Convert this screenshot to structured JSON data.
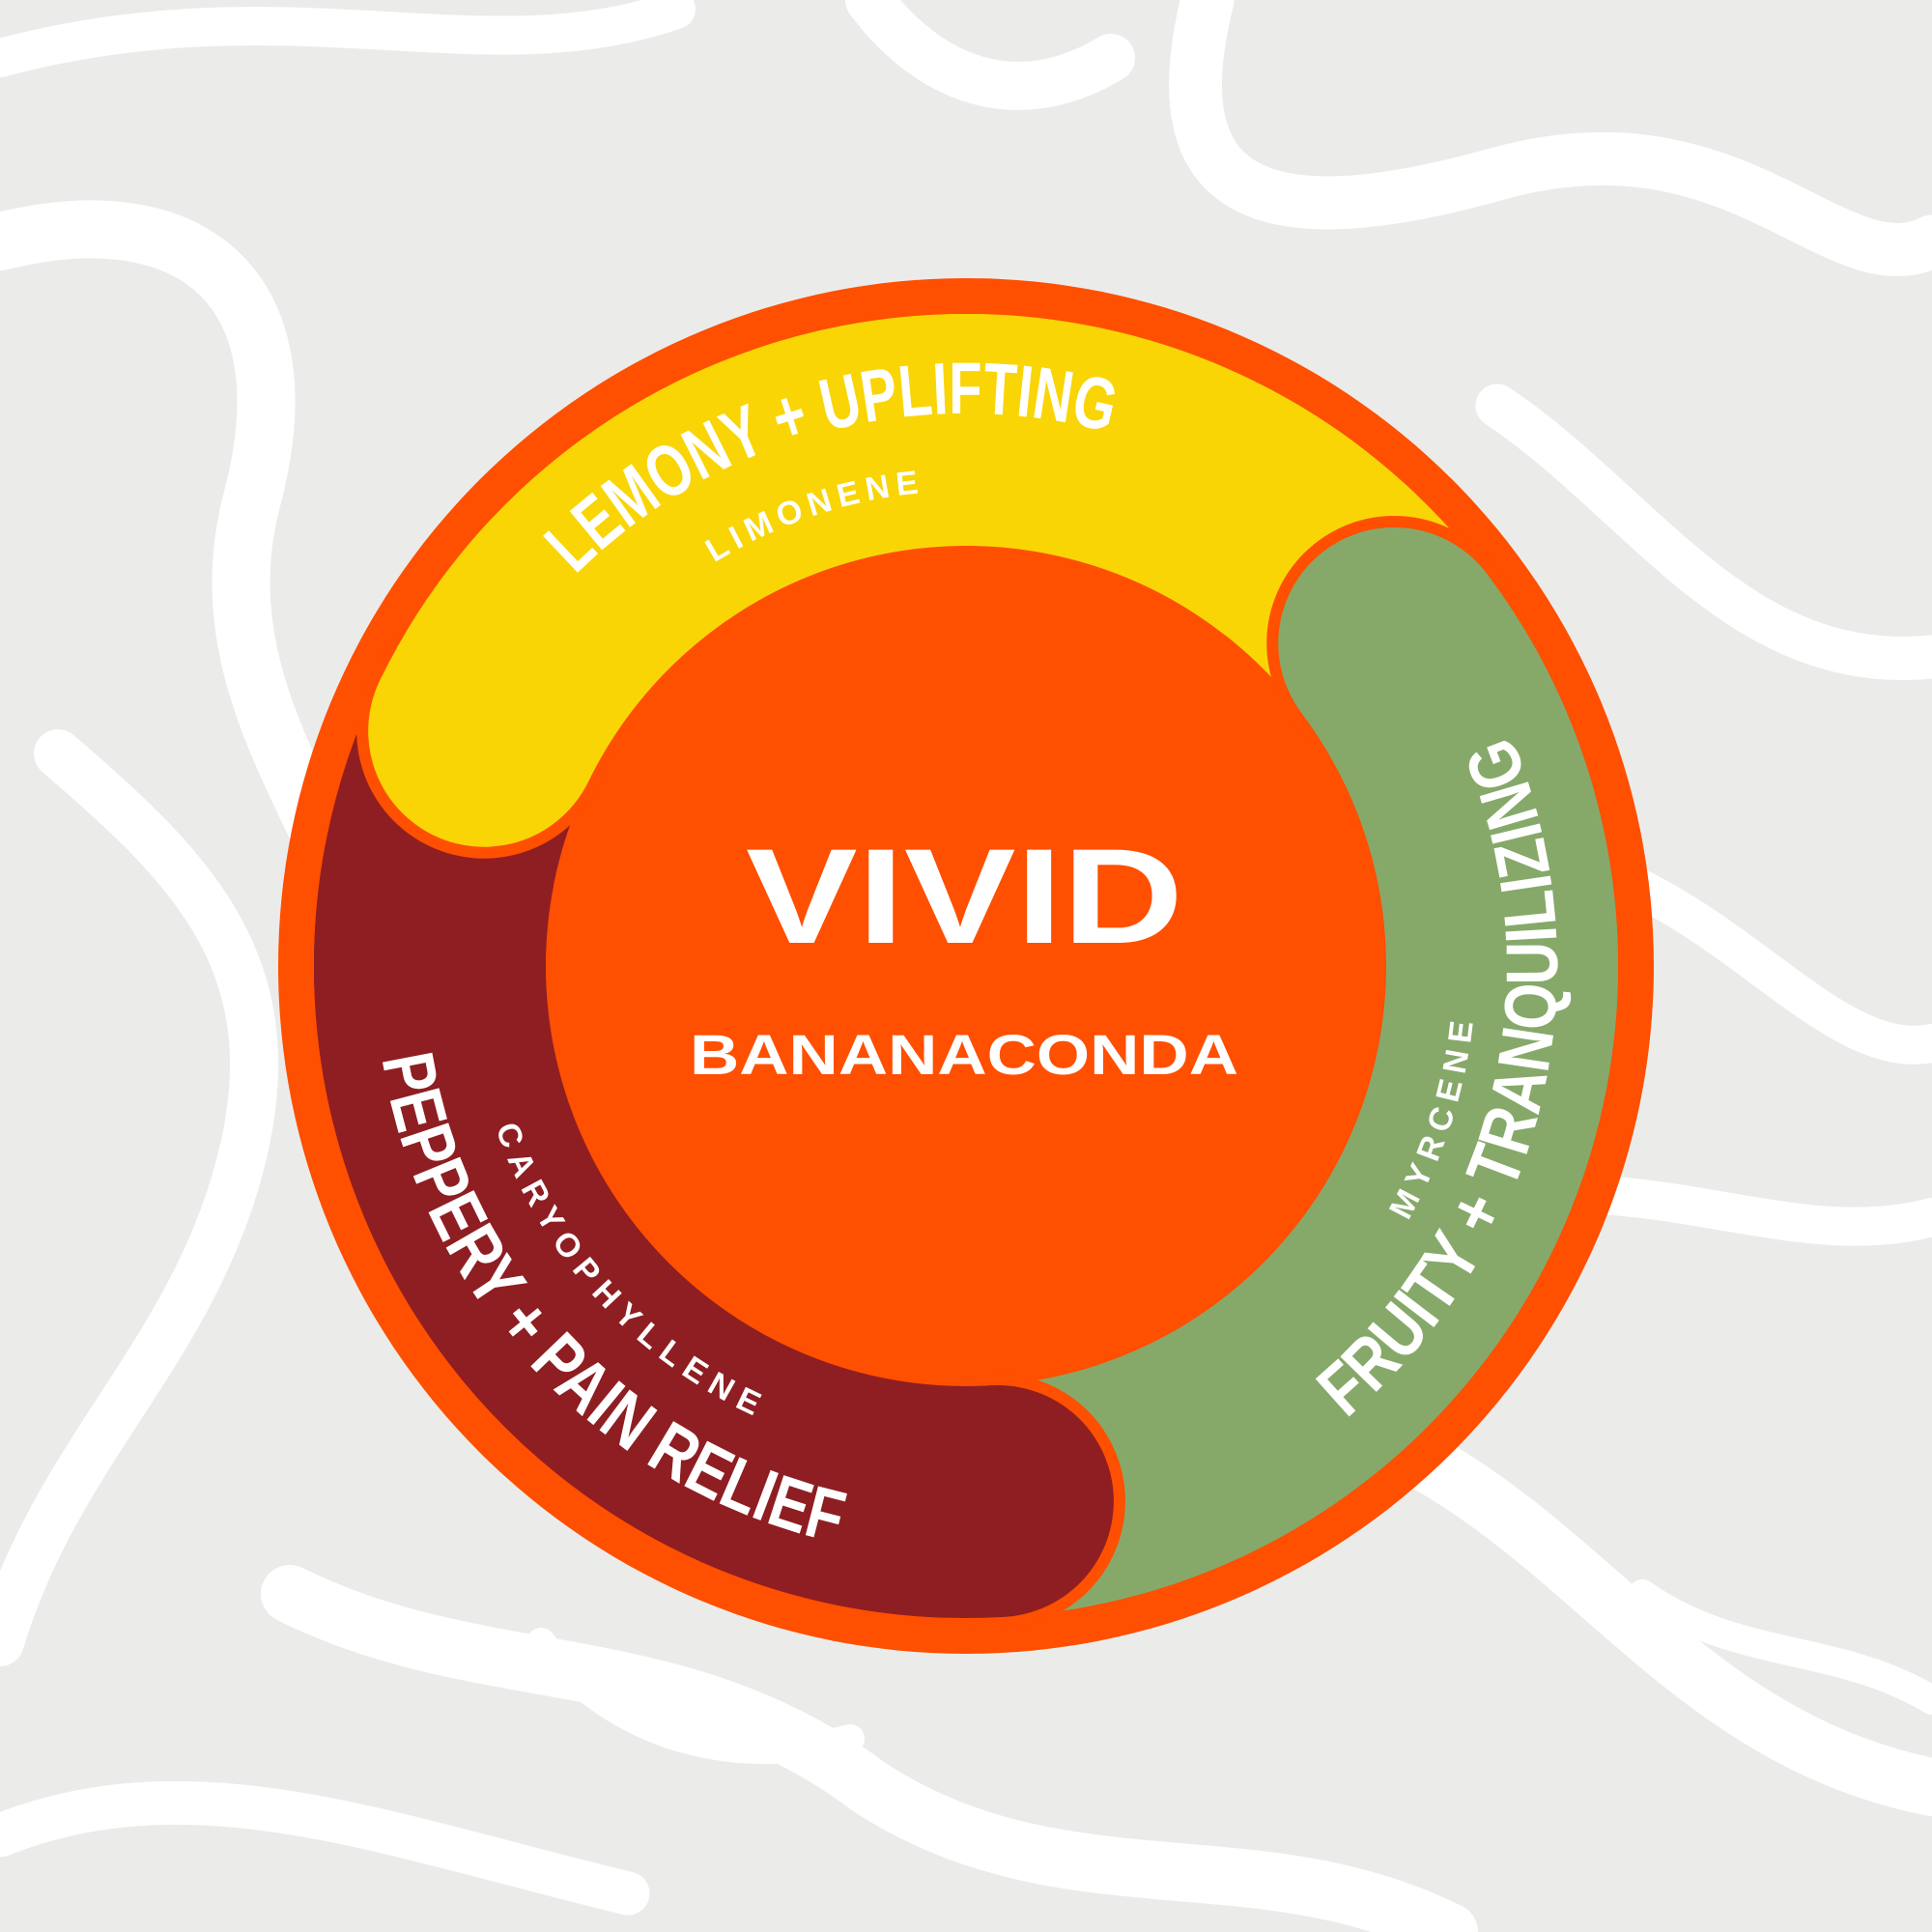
{
  "brand": {
    "name": "VIVID",
    "strain": "BANANACONDA"
  },
  "segments": [
    {
      "id": "limonene",
      "effect": "LEMONY + UPLIFTING",
      "terpene": "LIMONENE",
      "color": "#f9d506"
    },
    {
      "id": "myrcene",
      "effect": "FRUITY + TRANQUILIZING",
      "terpene": "MYRCENE",
      "color": "#86a96a"
    },
    {
      "id": "caryophyllene",
      "effect": "PEPPERY + PAIN RELIEF",
      "terpene": "CARYOPHYLLENE",
      "color": "#8e1e22"
    }
  ],
  "colors": {
    "accent": "#ff4f00",
    "background": "#ebecea",
    "swirl": "#ffffff"
  }
}
